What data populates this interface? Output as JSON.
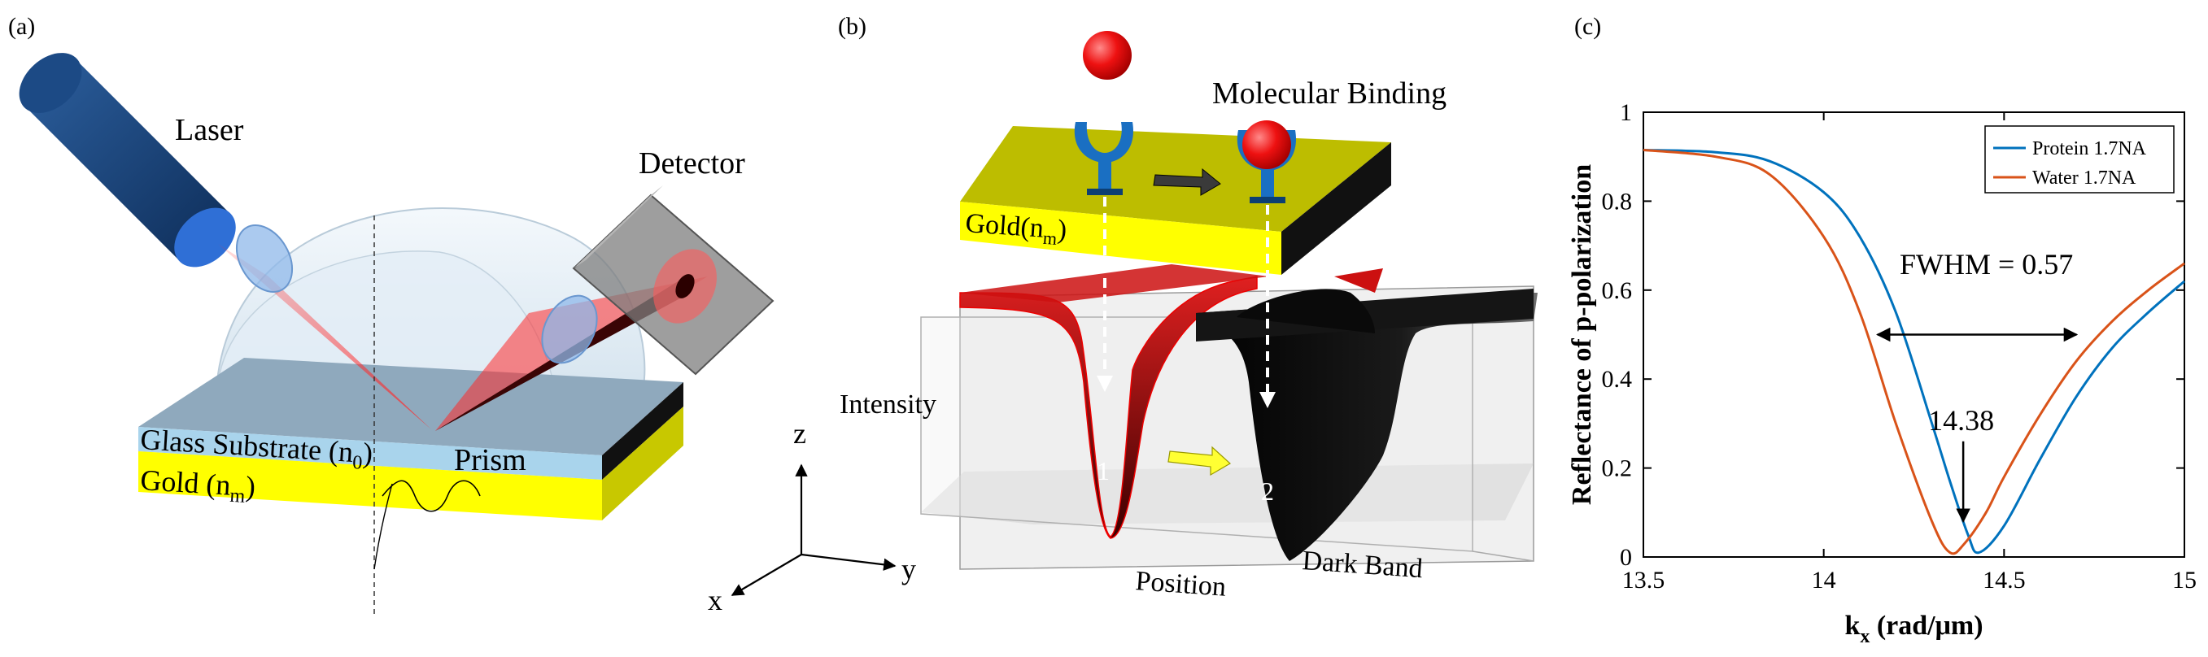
{
  "panels": {
    "a": {
      "label": "(a)",
      "laser": "Laser",
      "detector": "Detector",
      "glass": "Glass Substrate (n",
      "glass_sub": "0",
      "gold": "Gold (n",
      "gold_sub": "m",
      "prism": "Prism",
      "axes": {
        "z": "z",
        "y": "y",
        "x": "x"
      }
    },
    "b": {
      "label": "(b)",
      "binding": "Molecular Binding",
      "gold": "Gold(n",
      "gold_sub": "m",
      "intensity": "Intensity",
      "position": "Position",
      "dark_band": "Dark Band",
      "dip1": "1",
      "dip2": "2"
    },
    "c": {
      "label": "(c)"
    }
  },
  "colors": {
    "gold": "#ffff00",
    "glass": "#a9d4ec",
    "laser": "#ff3b3b",
    "lens": "#8fb8ea",
    "protein": "#0072bd",
    "water": "#d95319"
  },
  "chart_data": {
    "type": "line",
    "title": "",
    "xlabel": "k",
    "xlabel_sub": "x",
    "xlabel_unit": " (rad/μm)",
    "ylabel": "Reflectance of p-polarization",
    "xlim": [
      13.5,
      15
    ],
    "ylim": [
      0,
      1
    ],
    "xticks": [
      "13.5",
      "14",
      "14.5",
      "15"
    ],
    "yticks": [
      "0",
      "0.2",
      "0.4",
      "0.6",
      "0.8",
      "1"
    ],
    "legend_position": "top-right",
    "grid": false,
    "series": [
      {
        "name": "Protein 1.7NA",
        "color": "#0072bd",
        "x": [
          13.5,
          13.7,
          13.85,
          14.0,
          14.1,
          14.2,
          14.3,
          14.35,
          14.4,
          14.43,
          14.5,
          14.6,
          14.7,
          14.8,
          14.9,
          15.0
        ],
        "y": [
          0.915,
          0.91,
          0.89,
          0.82,
          0.72,
          0.55,
          0.3,
          0.17,
          0.05,
          0.01,
          0.07,
          0.22,
          0.36,
          0.47,
          0.55,
          0.62
        ]
      },
      {
        "name": "Water 1.7NA",
        "color": "#d95319",
        "x": [
          13.5,
          13.7,
          13.85,
          14.0,
          14.1,
          14.2,
          14.3,
          14.35,
          14.39,
          14.45,
          14.5,
          14.6,
          14.7,
          14.8,
          14.9,
          15.0
        ],
        "y": [
          0.915,
          0.9,
          0.86,
          0.72,
          0.55,
          0.3,
          0.08,
          0.01,
          0.03,
          0.1,
          0.18,
          0.32,
          0.44,
          0.53,
          0.6,
          0.66
        ]
      }
    ],
    "annotations": {
      "fwhm": "FWHM = 0.57",
      "fwhm_range": [
        14.14,
        14.71
      ],
      "fwhm_y": 0.5,
      "min_label": "14.38",
      "min_x": 14.38
    }
  }
}
